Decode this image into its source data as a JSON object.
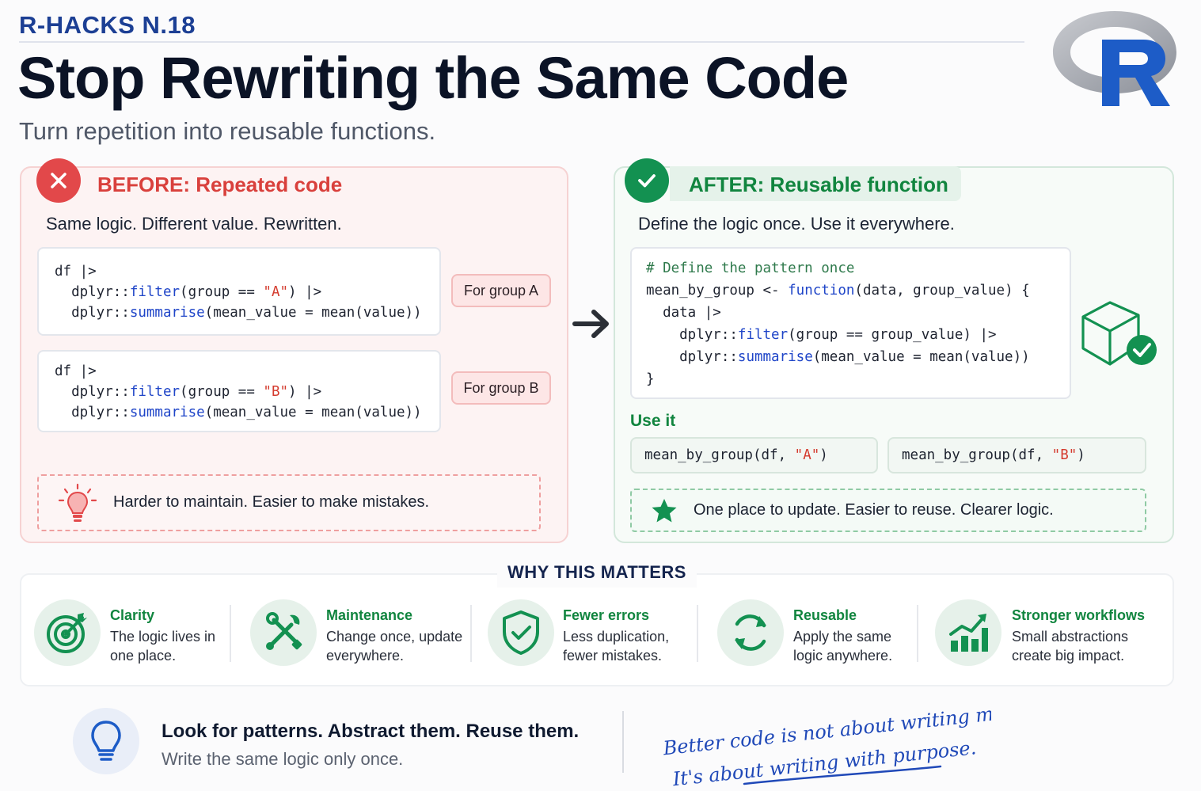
{
  "header": {
    "kicker": "R-HACKS N.18",
    "title": "Stop Rewriting the Same Code",
    "subtitle": "Turn repetition into reusable functions."
  },
  "before": {
    "heading": "BEFORE: Repeated code",
    "description": "Same logic. Different value. Rewritten.",
    "code_a": {
      "l1": "df |>",
      "l2_pre": "  dplyr::",
      "l2_fn": "filter",
      "l2_mid": "(group == ",
      "l2_str": "\"A\"",
      "l2_post": ") |>",
      "l3_pre": "  dplyr::",
      "l3_fn": "summarise",
      "l3_post": "(mean_value = mean(value))"
    },
    "code_b": {
      "l1": "df |>",
      "l2_pre": "  dplyr::",
      "l2_fn": "filter",
      "l2_mid": "(group == ",
      "l2_str": "\"B\"",
      "l2_post": ") |>",
      "l3_pre": "  dplyr::",
      "l3_fn": "summarise",
      "l3_post": "(mean_value = mean(value))"
    },
    "tag_a": "For group A",
    "tag_b": "For group B",
    "warning": "Harder to maintain. Easier to make mistakes."
  },
  "after": {
    "heading": "AFTER: Reusable function",
    "description": "Define the logic once. Use it everywhere.",
    "code": {
      "comment": "# Define the pattern once",
      "l2_pre": "mean_by_group <- ",
      "l2_kw": "function",
      "l2_post": "(data, group_value) {",
      "l3": "  data |>",
      "l4_pre": "    dplyr::",
      "l4_fn": "filter",
      "l4_post": "(group == group_value) |>",
      "l5_pre": "    dplyr::",
      "l5_fn": "summarise",
      "l5_post": "(mean_value = mean(value))",
      "l6": "}"
    },
    "use_label": "Use it",
    "use_a_pre": "mean_by_group(df, ",
    "use_a_str": "\"A\"",
    "use_a_post": ")",
    "use_b_pre": "mean_by_group(df, ",
    "use_b_str": "\"B\"",
    "use_b_post": ")",
    "note": "One place to update. Easier to reuse. Clearer logic."
  },
  "why": {
    "title": "WHY THIS MATTERS",
    "items": [
      {
        "title": "Clarity",
        "desc": "The logic lives in one place.",
        "icon": "target-icon"
      },
      {
        "title": "Maintenance",
        "desc": "Change once, update everywhere.",
        "icon": "tools-icon"
      },
      {
        "title": "Fewer errors",
        "desc": "Less duplication, fewer mistakes.",
        "icon": "shield-check-icon"
      },
      {
        "title": "Reusable",
        "desc": "Apply the same logic anywhere.",
        "icon": "refresh-icon"
      },
      {
        "title": "Stronger workflows",
        "desc": "Small abstractions create big impact.",
        "icon": "growth-chart-icon"
      }
    ]
  },
  "footer": {
    "title": "Look for patterns. Abstract them. Reuse them.",
    "subtitle": "Write the same logic only once.",
    "handwritten_line1": "Better code is not about writing more.",
    "handwritten_line2": "It's about writing with purpose."
  },
  "colors": {
    "before_red": "#e2484a",
    "after_green": "#139151",
    "brand_blue": "#1c3f94",
    "code_keyword": "#1f45c8",
    "code_string": "#d43b2e"
  }
}
